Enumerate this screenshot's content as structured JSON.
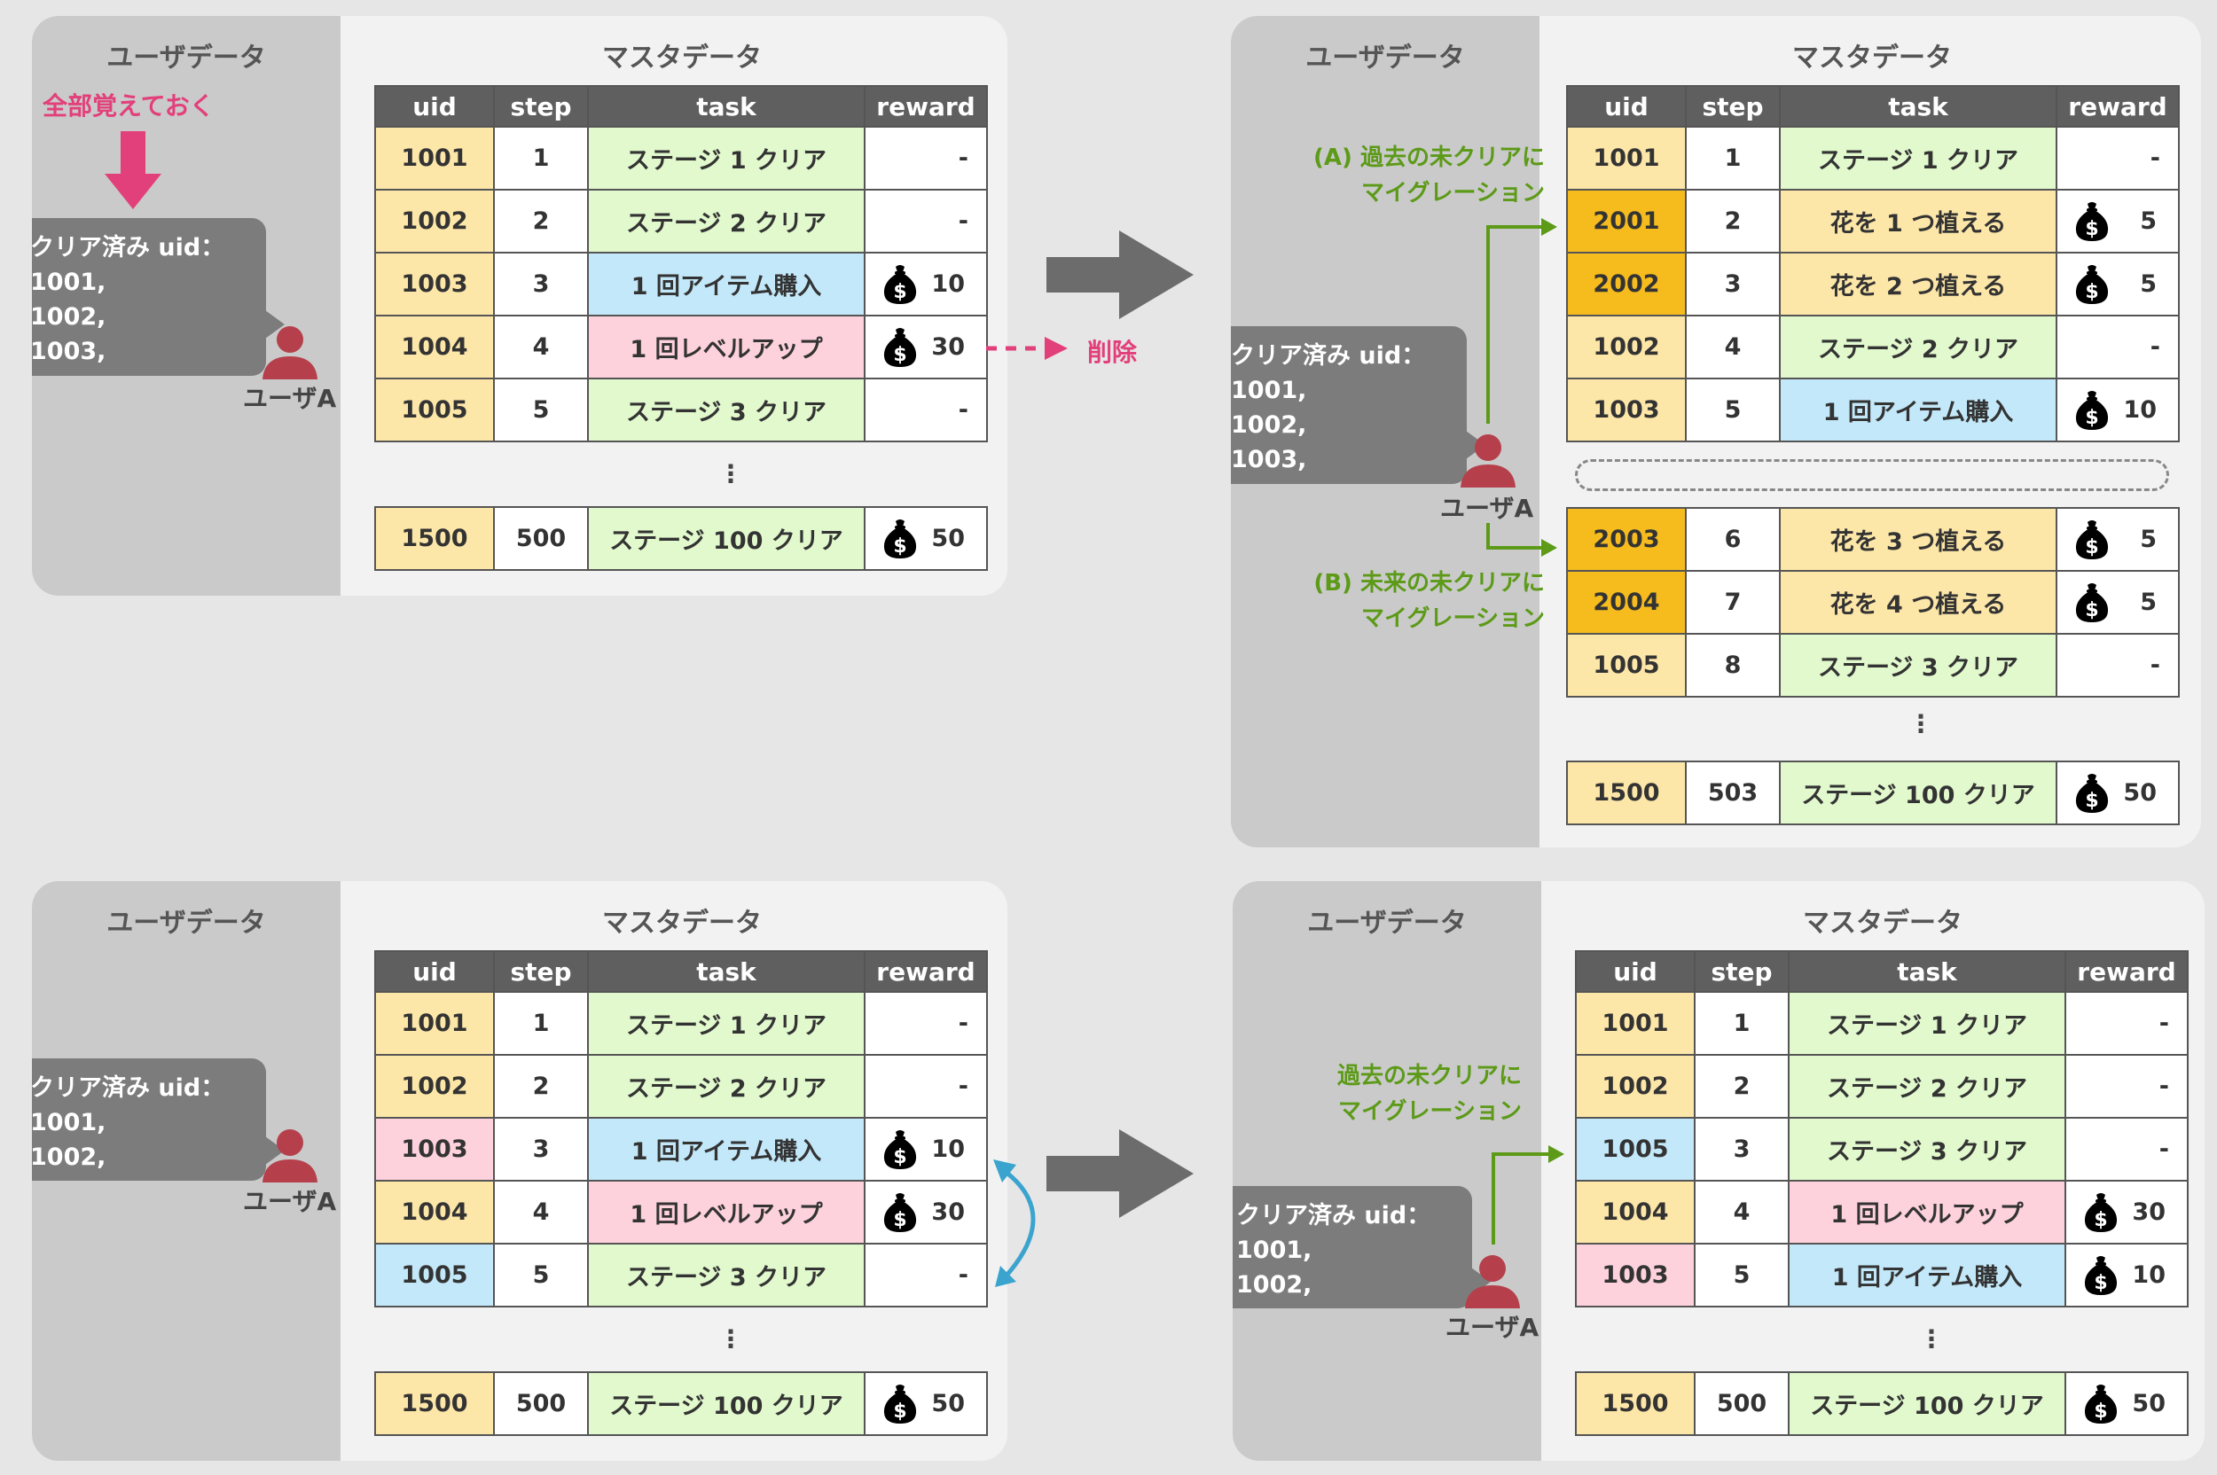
{
  "headers": {
    "user_data": "ユーザデータ",
    "master_data": "マスタデータ",
    "columns": [
      "uid",
      "step",
      "task",
      "reward"
    ]
  },
  "user": {
    "label": "ユーザA",
    "cleared_prefix": "クリア済み uid："
  },
  "notes": {
    "remember_all": "全部覚えておく",
    "delete": "削除",
    "migrate_past_a_1": "(A) 過去の未クリアに",
    "migrate_past_a_2": "マイグレーション",
    "migrate_future_b_1": "(B) 未来の未クリアに",
    "migrate_future_b_2": "マイグレーション",
    "migrate_past_1": "過去の未クリアに",
    "migrate_past_2": "マイグレーション",
    "ellipsis": "⋮"
  },
  "colors": {
    "uid_yellow": "#fde7a8",
    "uid_orange": "#f6bc1e",
    "task_green": "#e1f9cd",
    "task_blue": "#c3e8f9",
    "task_pink": "#fdd2dc",
    "delete_arrow": "#e2407a",
    "migration_green": "#5c9a18",
    "swap_arrow": "#3aa4cf"
  },
  "panel1": {
    "cleared": [
      "1001,",
      "1002,",
      "1003,"
    ],
    "rows": [
      {
        "uid": "1001",
        "step": "1",
        "task": "ステージ 1 クリア",
        "reward": "-"
      },
      {
        "uid": "1002",
        "step": "2",
        "task": "ステージ 2 クリア",
        "reward": "-"
      },
      {
        "uid": "1003",
        "step": "3",
        "task": "1 回アイテム購入",
        "reward": "10"
      },
      {
        "uid": "1004",
        "step": "4",
        "task": "1 回レベルアップ",
        "reward": "30"
      },
      {
        "uid": "1005",
        "step": "5",
        "task": "ステージ 3 クリア",
        "reward": "-"
      }
    ],
    "last_row": {
      "uid": "1500",
      "step": "500",
      "task": "ステージ 100 クリア",
      "reward": "50"
    }
  },
  "panel2": {
    "cleared": [
      "1001,",
      "1002,",
      "1003,"
    ],
    "rows": [
      {
        "uid": "1001",
        "step": "1",
        "task": "ステージ 1 クリア",
        "reward": "-"
      },
      {
        "uid": "2001",
        "step": "2",
        "task": "花を 1 つ植える",
        "reward": "5"
      },
      {
        "uid": "2002",
        "step": "3",
        "task": "花を 2 つ植える",
        "reward": "5"
      },
      {
        "uid": "1002",
        "step": "4",
        "task": "ステージ 2 クリア",
        "reward": "-"
      },
      {
        "uid": "1003",
        "step": "5",
        "task": "1 回アイテム購入",
        "reward": "10"
      }
    ],
    "rows_b": [
      {
        "uid": "2003",
        "step": "6",
        "task": "花を 3 つ植える",
        "reward": "5"
      },
      {
        "uid": "2004",
        "step": "7",
        "task": "花を 4 つ植える",
        "reward": "5"
      },
      {
        "uid": "1005",
        "step": "8",
        "task": "ステージ 3 クリア",
        "reward": "-"
      }
    ],
    "last_row": {
      "uid": "1500",
      "step": "503",
      "task": "ステージ 100 クリア",
      "reward": "50"
    }
  },
  "panel3": {
    "cleared": [
      "1001,",
      "1002,"
    ],
    "rows": [
      {
        "uid": "1001",
        "step": "1",
        "task": "ステージ 1 クリア",
        "reward": "-"
      },
      {
        "uid": "1002",
        "step": "2",
        "task": "ステージ 2 クリア",
        "reward": "-"
      },
      {
        "uid": "1003",
        "step": "3",
        "task": "1 回アイテム購入",
        "reward": "10"
      },
      {
        "uid": "1004",
        "step": "4",
        "task": "1 回レベルアップ",
        "reward": "30"
      },
      {
        "uid": "1005",
        "step": "5",
        "task": "ステージ 3 クリア",
        "reward": "-"
      }
    ],
    "last_row": {
      "uid": "1500",
      "step": "500",
      "task": "ステージ 100 クリア",
      "reward": "50"
    }
  },
  "panel4": {
    "cleared": [
      "1001,",
      "1002,"
    ],
    "rows": [
      {
        "uid": "1001",
        "step": "1",
        "task": "ステージ 1 クリア",
        "reward": "-"
      },
      {
        "uid": "1002",
        "step": "2",
        "task": "ステージ 2 クリア",
        "reward": "-"
      },
      {
        "uid": "1005",
        "step": "3",
        "task": "ステージ 3 クリア",
        "reward": "-"
      },
      {
        "uid": "1004",
        "step": "4",
        "task": "1 回レベルアップ",
        "reward": "30"
      },
      {
        "uid": "1003",
        "step": "5",
        "task": "1 回アイテム購入",
        "reward": "10"
      }
    ],
    "last_row": {
      "uid": "1500",
      "step": "500",
      "task": "ステージ 100 クリア",
      "reward": "50"
    }
  }
}
